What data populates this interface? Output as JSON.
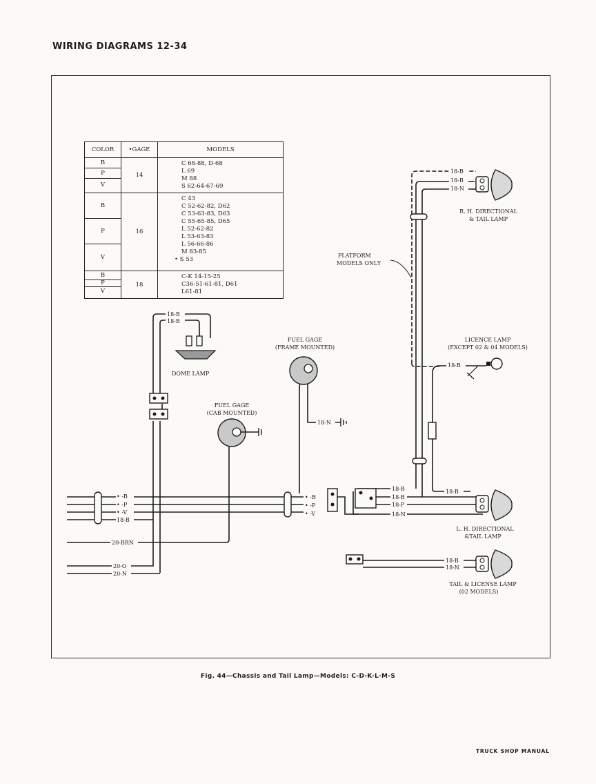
{
  "header": "WIRING DIAGRAMS 12-34",
  "table": {
    "headers": [
      "COLOR",
      "•GAGE",
      "MODELS"
    ],
    "groups": [
      {
        "colors": [
          "B",
          "P",
          "V"
        ],
        "gage": "14",
        "models": [
          "C 68-88, D-68",
          "L 69",
          "M 88",
          "S 62-64-67-69"
        ]
      },
      {
        "colors": [
          "B",
          "P",
          "V"
        ],
        "gage": "16",
        "models": [
          "C 43",
          "C 52-62-82, D62",
          "C 53-63-83, D63",
          "C 55-65-85, D65",
          "L 52-62-82",
          "L 53-63-83",
          "L 56-66-86",
          "M 83-85",
          "• S 53"
        ]
      },
      {
        "colors": [
          "B",
          "P",
          "V"
        ],
        "gage": "18",
        "models": [
          "C-K 14-15-25",
          "C36-51-61-81, D61",
          "L61-81"
        ]
      }
    ]
  },
  "components": {
    "dome_lamp": "DOME LAMP",
    "fuel_gage_frame": [
      "FUEL GAGE",
      "(FRAME MOUNTED)"
    ],
    "fuel_gage_cab": [
      "FUEL GAGE",
      "(CAB MOUNTED)"
    ],
    "rh_lamp": [
      "R. H. DIRECTIONAL",
      "& TAIL LAMP"
    ],
    "platform": [
      "PLATFORM",
      "MODELS ONLY"
    ],
    "licence_lamp": [
      "LICENCE LAMP",
      "(EXCEPT 02 & 04 MODELS)"
    ],
    "lh_lamp": [
      "L. H. DIRECTIONAL",
      "&TAIL LAMP"
    ],
    "tail_license": [
      "TAIL & LICENSE LAMP",
      "(02 MODELS)"
    ]
  },
  "wires": {
    "dome": [
      "18-B",
      "18-B"
    ],
    "frame_gage_ground": "18-N",
    "main_left": [
      "• -B",
      "• -P",
      "• -V",
      "18-B"
    ],
    "brn": "20-BRN",
    "bottom_left": [
      "20-O",
      "20-N"
    ],
    "connector_mid": [
      "• -B",
      "• -P",
      "• -V"
    ],
    "lh_harness": [
      "18-B",
      "18-B",
      "18-P",
      "18-N"
    ],
    "lh_top": "18-B",
    "rh": [
      "18-B",
      "18-B",
      "18-N"
    ],
    "licence": "18-B",
    "tail_license": [
      "18-B",
      "18-N"
    ]
  },
  "caption": "Fig. 44—Chassis and Tail Lamp—Models: C-D-K-L-M-S",
  "footer": "TRUCK SHOP MANUAL"
}
